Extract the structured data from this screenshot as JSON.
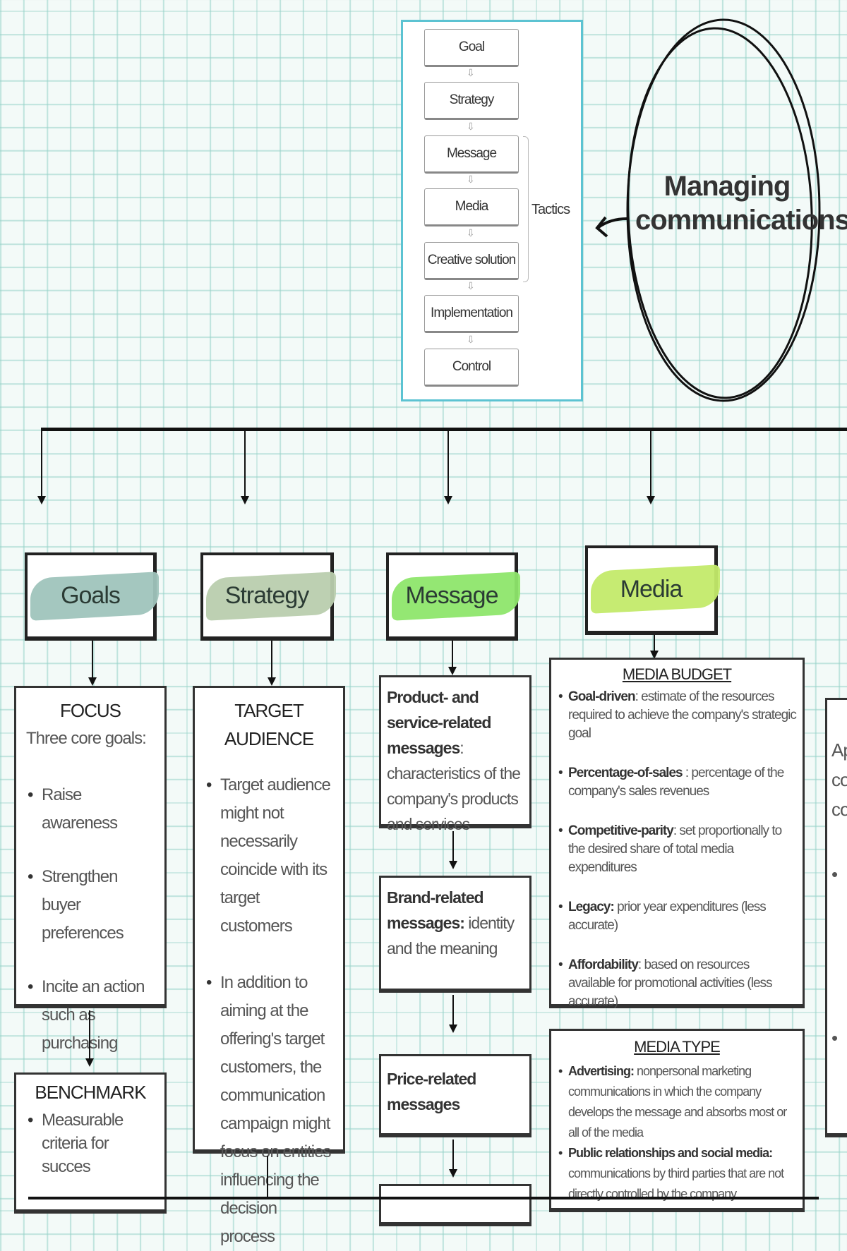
{
  "flow": {
    "steps": [
      "Goal",
      "Strategy",
      "Message",
      "Media",
      "Creative solution",
      "Implementation",
      "Control"
    ],
    "tactics_label": "Tactics"
  },
  "central": {
    "line1": "Managing",
    "line2": "communications"
  },
  "headers": {
    "goals": "Goals",
    "strategy": "Strategy",
    "message": "Message",
    "media": "Media"
  },
  "colors": {
    "goals": "#9fc4bc",
    "strategy": "#b9ceae",
    "message": "#8ee66b",
    "media": "#c3ea6a",
    "panel_border": "#5cc3d2"
  },
  "focus": {
    "title": "FOCUS",
    "intro": "Three core goals:",
    "items": [
      "Raise awareness",
      "Strengthen buyer preferences",
      "Incite an action such as purchasing"
    ]
  },
  "benchmark": {
    "title": "BENCHMARK",
    "items": [
      "Measurable criteria for succes"
    ]
  },
  "target": {
    "title": "TARGET AUDIENCE",
    "items": [
      "Target audience might not necessarily coincide with its target customers",
      "In addition to aiming at the offering's target customers, the communication campaign might focus on entities influencing the decision process"
    ]
  },
  "messages": {
    "product": {
      "term": "Product- and service-related messages",
      "text": ": characteristics of the company's products and services"
    },
    "brand": {
      "term": "Brand-related messages:",
      "text": " identity and the meaning"
    },
    "price": {
      "term": "Price-related messages"
    }
  },
  "media_budget": {
    "title": "MEDIA BUDGET",
    "items": [
      {
        "term": "Goal-driven",
        "text": ":  estimate of the resources required to achieve the company's strategic goal"
      },
      {
        "term": "Percentage-of-sales",
        "text": " : percentage of the company's sales revenues"
      },
      {
        "term": "Competitive-parity",
        "text": ": set proportionally to the desired share of total media expenditures"
      },
      {
        "term": "Legacy:",
        "text": " prior year expenditures (less accurate)"
      },
      {
        "term": "Affordability",
        "text": ": based on resources available for promotional activities (less accurate)"
      }
    ]
  },
  "media_type": {
    "title": "MEDIA TYPE",
    "items": [
      {
        "term": "Advertising:",
        "text": " nonpersonal marketing communications in which the company develops the message and absorbs most or all of the media"
      },
      {
        "term": "Public relationships and social media:",
        "text": " communications by third parties that are not directly controlled by the company"
      }
    ]
  },
  "partial": {
    "lines": [
      "Ap",
      "co",
      "co"
    ]
  }
}
